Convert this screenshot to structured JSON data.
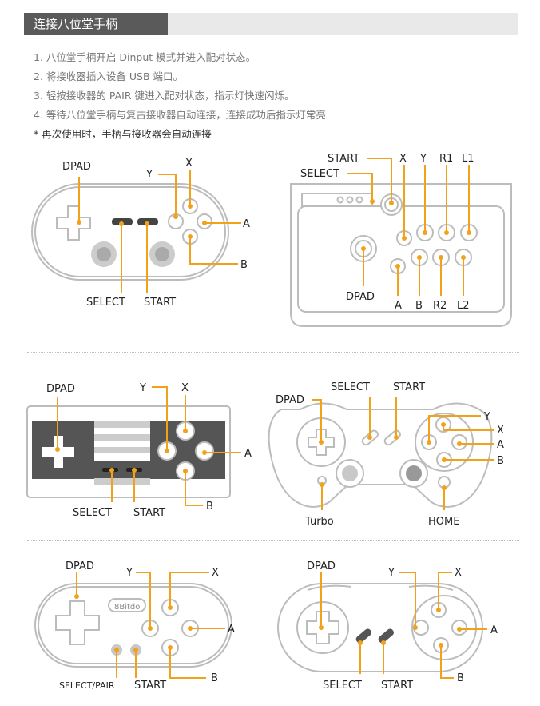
{
  "header": {
    "title": "连接八位堂手柄"
  },
  "steps": [
    "1. 八位堂手柄开启 Dinput 模式并进入配对状态。",
    "2. 将接收器插入设备 USB 端口。",
    "3. 轻按接收器的 PAIR 键进入配对状态，指示灯快速闪烁。",
    "4. 等待八位堂手柄与复古接收器自动连接，连接成功后指示灯常亮"
  ],
  "note": "* 再次使用时，手柄与接收器会自动连接",
  "colors": {
    "accent": "#f2a21a",
    "outline": "#bcbcbc",
    "header_dark": "#5a5a5a"
  },
  "controllers": {
    "c1": {
      "dpad": "DPAD",
      "y": "Y",
      "x": "X",
      "a": "A",
      "b": "B",
      "select": "SELECT",
      "start": "START"
    },
    "c2": {
      "start": "START",
      "select": "SELECT",
      "x": "X",
      "y": "Y",
      "r1": "R1",
      "l1": "L1",
      "dpad": "DPAD",
      "a": "A",
      "b": "B",
      "r2": "R2",
      "l2": "L2"
    },
    "c3": {
      "dpad": "DPAD",
      "y": "Y",
      "x": "X",
      "a": "A",
      "select": "SELECT",
      "start": "START",
      "b": "B"
    },
    "c4": {
      "select": "SELECT",
      "start": "START",
      "dpad": "DPAD",
      "y": "Y",
      "x": "X",
      "a": "A",
      "b": "B",
      "turbo": "Turbo",
      "home": "HOME"
    },
    "c5": {
      "dpad": "DPAD",
      "y": "Y",
      "x": "X",
      "a": "A",
      "select": "SELECT/PAIR",
      "start": "START",
      "b": "B",
      "logo": "8Bitdo"
    },
    "c6": {
      "dpad": "DPAD",
      "y": "Y",
      "x": "X",
      "a": "A",
      "select": "SELECT",
      "start": "START",
      "b": "B"
    }
  }
}
